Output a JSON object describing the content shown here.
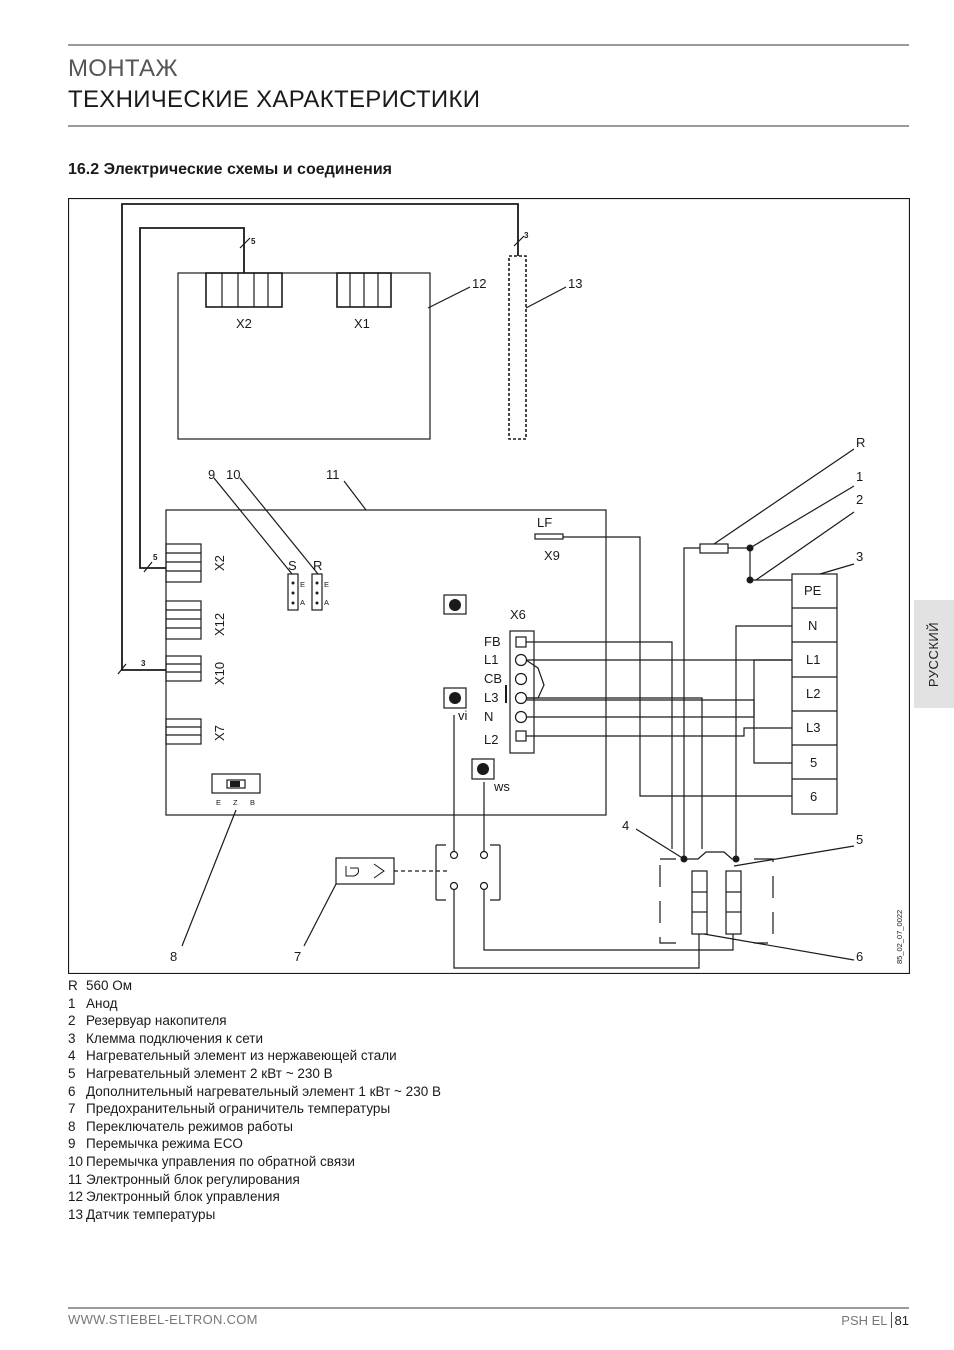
{
  "header": {
    "category": "МОНТАЖ",
    "title": "ТЕХНИЧЕСКИЕ ХАРАКТЕРИСТИКИ"
  },
  "section": {
    "title": "16.2  Электрические схемы и соединения"
  },
  "diagram": {
    "board_connectors": [
      "X2",
      "X1"
    ],
    "controller_connectors": [
      "X2",
      "X12",
      "X10",
      "X7"
    ],
    "wire_counts": [
      "5",
      "3",
      "5",
      "3"
    ],
    "jumpers": [
      "S",
      "R"
    ],
    "jumper_pins": [
      "E",
      "A"
    ],
    "lf_label": "LF",
    "x9_label": "X9",
    "x6_label": "X6",
    "x6_pins": [
      "FB",
      "L1",
      "CB",
      "L3",
      "N",
      "L2"
    ],
    "vi_label": "vi",
    "ws_label": "ws",
    "switch_positions": [
      "E",
      "Z",
      "B"
    ],
    "terminal_labels": [
      "PE",
      "N",
      "L1",
      "L2",
      "L3",
      "5",
      "6"
    ],
    "callouts": [
      "R",
      "1",
      "2",
      "3",
      "4",
      "5",
      "6",
      "7",
      "8",
      "9",
      "10",
      "11",
      "12",
      "13"
    ],
    "code": "85_02_07_0022"
  },
  "legend": [
    {
      "key": "R",
      "text": "560 Ом"
    },
    {
      "key": "1",
      "text": "Анод"
    },
    {
      "key": "2",
      "text": "Резервуар накопителя"
    },
    {
      "key": "3",
      "text": "Клемма подключения к сети"
    },
    {
      "key": "4",
      "text": "Нагревательный элемент из нержавеющей стали"
    },
    {
      "key": "5",
      "text": "Нагревательный элемент 2 кВт ~ 230 В"
    },
    {
      "key": "6",
      "text": "Дополнительный нагревательный элемент 1 кВт ~ 230 В"
    },
    {
      "key": "7",
      "text": "Предохранительный ограничитель температуры"
    },
    {
      "key": "8",
      "text": "Переключатель режимов работы"
    },
    {
      "key": "9",
      "text": "Перемычка режима ECO"
    },
    {
      "key": "10",
      "text": "Перемычка управления по обратной связи"
    },
    {
      "key": "11",
      "text": "Электронный блок регулирования"
    },
    {
      "key": "12",
      "text": "Электронный блок управления"
    },
    {
      "key": "13",
      "text": "Датчик температуры"
    }
  ],
  "side_tab": "РУССКИЙ",
  "footer": {
    "website": "WWW.STIEBEL-ELTRON.COM",
    "model": "PSH EL",
    "page": "81"
  }
}
